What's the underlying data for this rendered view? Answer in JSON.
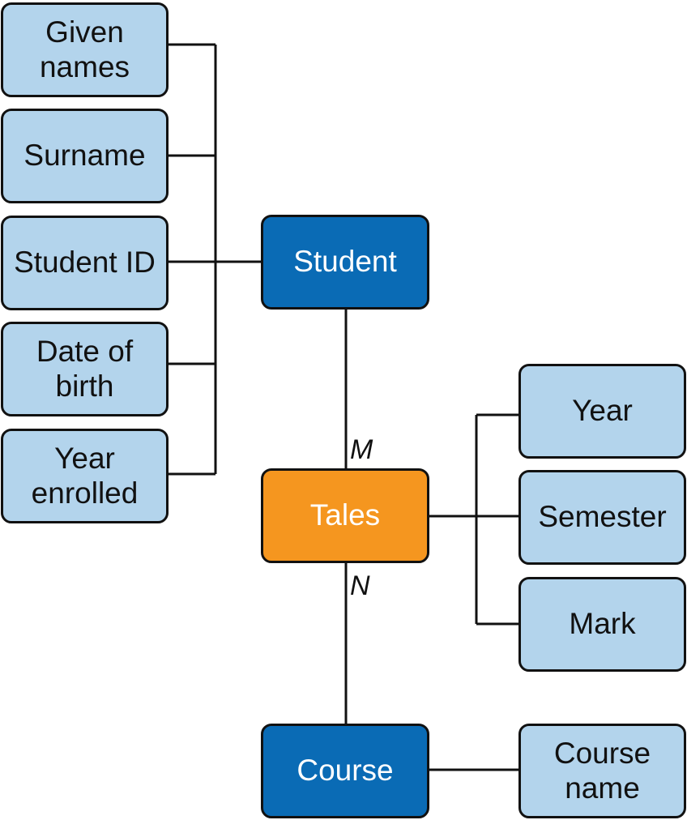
{
  "entities": {
    "student": "Student",
    "course": "Course"
  },
  "relationship": {
    "label": "Tales",
    "card_student": "M",
    "card_course": "N"
  },
  "student_attributes": [
    "Given\nnames",
    "Surname",
    "Student ID",
    "Date of\nbirth",
    "Year\nenrolled"
  ],
  "relationship_attributes": [
    "Year",
    "Semester",
    "Mark"
  ],
  "course_attributes": [
    "Course\nname"
  ],
  "colors": {
    "attribute_fill": "#b3d4ec",
    "entity_fill": "#0a6bb5",
    "relationship_fill": "#f5961f",
    "line": "#111111"
  }
}
